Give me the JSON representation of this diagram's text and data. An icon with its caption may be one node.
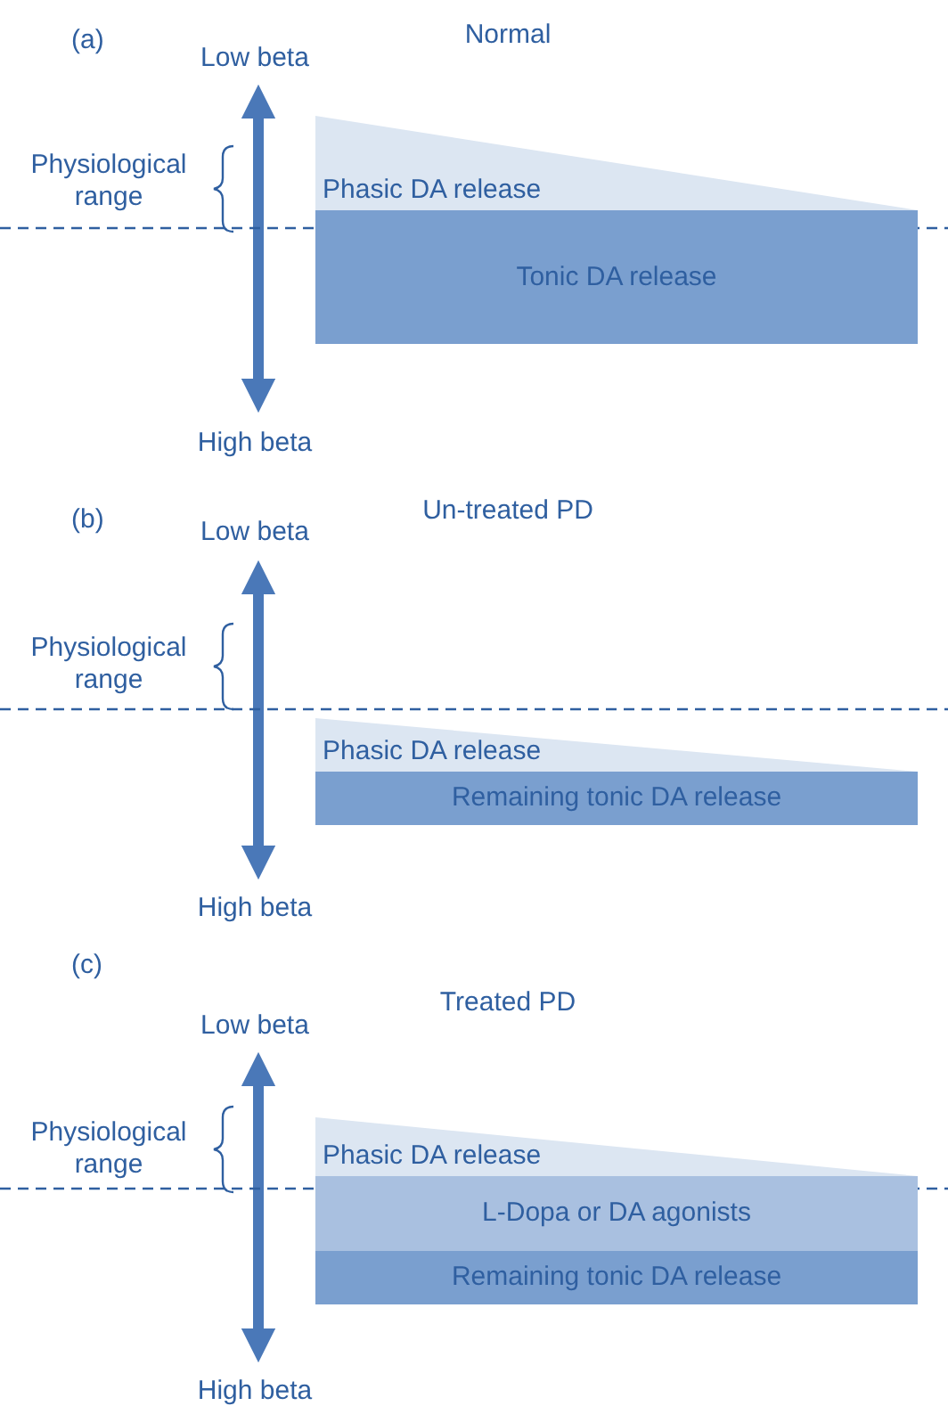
{
  "diagram": {
    "nodes": [
      {
        "text": [
          "Phasic DA release"
        ]
      },
      {
        "text": [
          "Tonic DA release"
        ]
      },
      {
        "text": [
          "Phasic DA release"
        ]
      },
      {
        "text": [
          "Remaining tonic DA release"
        ]
      },
      {
        "text": [
          "Phasic DA release"
        ]
      },
      {
        "text": [
          "L-Dopa or DA agonists"
        ]
      },
      {
        "text": [
          "Remaining tonic DA release"
        ]
      }
    ],
    "labels": [
      "(a)",
      "Low beta",
      "Normal",
      "Physiological range",
      "High beta",
      "(b)",
      "Low beta",
      "Un-treated PD",
      "Physiological range",
      "High beta",
      "(c)",
      "Treated PD",
      "Low beta",
      "Physiological range",
      "High beta"
    ]
  }
}
